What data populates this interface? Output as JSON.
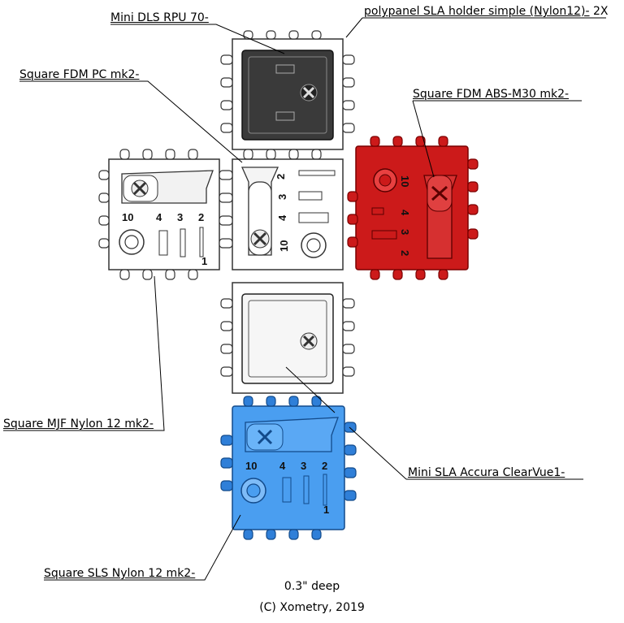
{
  "labels": {
    "mini_dls": "Mini DLS RPU 70-",
    "polypanel_main": "polypanel SLA holder simple (Nylon12)-",
    "polypanel_qty": " 2X",
    "fdm_pc": "Square FDM PC mk2-",
    "fdm_abs": "Square FDM ABS-M30 mk2-",
    "mjf": "Square MJF Nylon 12 mk2-",
    "sla_clearvue": "Mini SLA Accura ClearVue1-",
    "sls": "Square SLS Nylon 12 mk2-"
  },
  "notes": {
    "depth": "0.3\" deep",
    "copyright": "(C) Xometry, 2019"
  },
  "tile_numbers": [
    "2",
    "3",
    "4",
    "10",
    "1"
  ],
  "colors": {
    "outline": "#333333",
    "dark_tile": "#3a3a3a",
    "red_tile": "#cc1a1a",
    "blue_tile": "#4a9ef0",
    "white_tile": "#ffffff"
  }
}
